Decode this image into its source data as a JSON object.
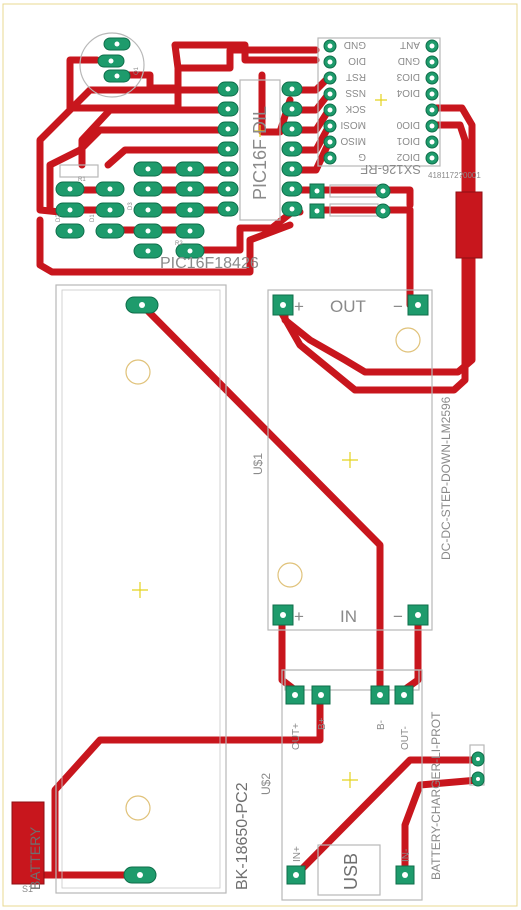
{
  "board": {
    "components": {
      "mcu": {
        "name": "PIC16F18426",
        "package_label": "PIC16F DIL"
      },
      "radio": {
        "name": "SX126-RF",
        "right_pins": [
          "ANT",
          "GND",
          "DIO3",
          "DIO4",
          "",
          "DIO0",
          "DIO1",
          "DIO2"
        ],
        "left_pins": [
          "GND",
          "DIO",
          "RST",
          "NSS",
          "SCK",
          "MOSI",
          "MISO",
          "G"
        ],
        "part_number": "4181172?0001"
      },
      "regulator": {
        "name": "DC-DC-STEP-DOWN-LM2596",
        "ref": "U$1",
        "out_label": "OUT",
        "in_label": "IN",
        "plus": "+",
        "minus": "−"
      },
      "holder": {
        "name": "BK-18650-PC2",
        "ref": "S1",
        "battery_label": "BATTERY"
      },
      "charger": {
        "name": "BATTERY-CHARGER-LI-PROT",
        "ref": "U$2",
        "pins": [
          "OUT+",
          "B+",
          "B-",
          "OUT-",
          "IN+",
          "IN-"
        ],
        "usb_label": "USB"
      },
      "diodes": [
        "D2",
        "D1",
        "D3"
      ],
      "resistors": [
        "R1",
        "R2"
      ],
      "transistor": "Q1"
    }
  }
}
